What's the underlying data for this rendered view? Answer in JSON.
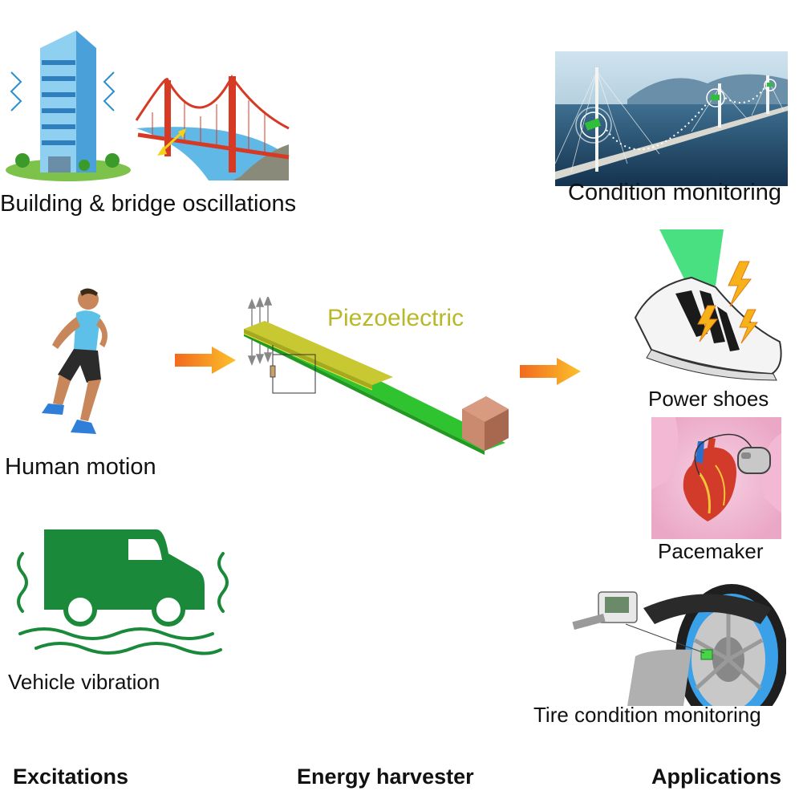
{
  "excitations": {
    "building_bridge_label": "Building & bridge oscillations",
    "human_motion_label": "Human motion",
    "vehicle_vibration_label": "Vehicle vibration"
  },
  "harvester": {
    "material_label": "Piezoelectric"
  },
  "applications": {
    "condition_monitoring_label": "Condition monitoring",
    "power_shoes_label": "Power shoes",
    "pacemaker_label": "Pacemaker",
    "tire_monitoring_label": "Tire condition monitoring"
  },
  "columns": {
    "left": "Excitations",
    "center": "Energy harvester",
    "right": "Applications"
  },
  "colors": {
    "arrow": "#f7931e",
    "piezo": "#c8c832",
    "substrate": "#2fc42f",
    "mass": "#c98a6f",
    "vehicle": "#1a8a3a"
  }
}
